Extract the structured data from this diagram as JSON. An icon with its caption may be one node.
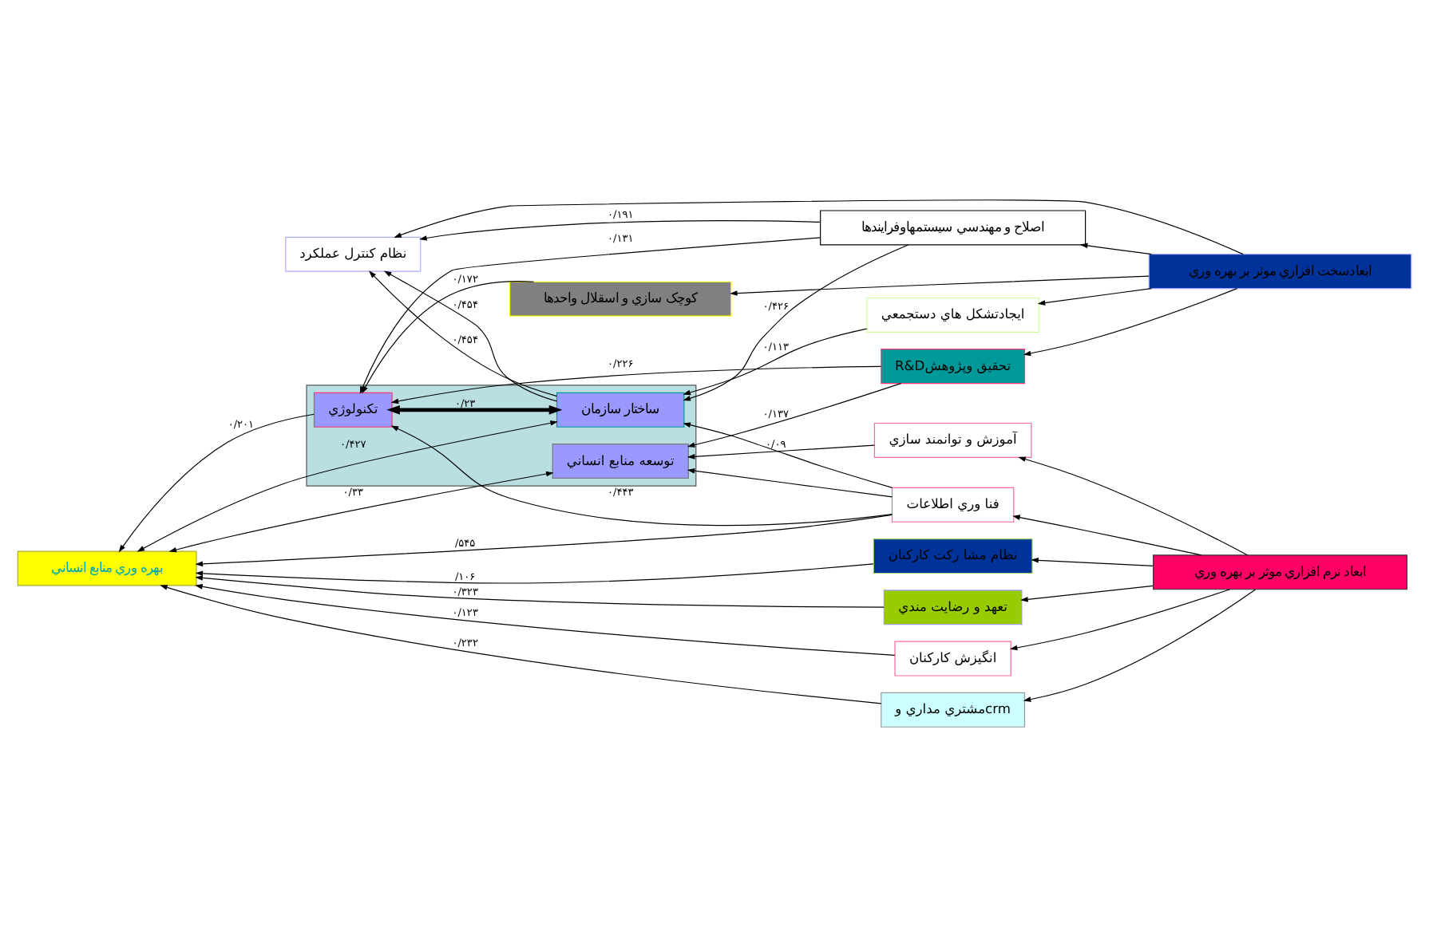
{
  "diagram": {
    "nodes": [
      {
        "text": [],
        "shape": "box"
      },
      {
        "text": [
          "توسعه منابع انساني"
        ],
        "in": 0
      },
      {
        "text": [
          "ساختار سازمان"
        ],
        "in": 0
      },
      {
        "text": [
          "تكنولوژي"
        ],
        "in": 0
      },
      {
        "text": [
          "بهره وري منابع انساني"
        ]
      },
      {
        "text": [
          "فنا وري اطلاعات"
        ]
      },
      {
        "text": [
          "نظام مشا ركت كاركنان"
        ]
      },
      {
        "text": [
          "آموزش و توانمند سازي"
        ]
      },
      {
        "text": [
          "تعهد و رضايت مندي"
        ]
      },
      {
        "text": [
          "انگيزش كاركنان"
        ]
      },
      {
        "text": [
          "مشتري مداري وcrm"
        ]
      },
      {
        "text": [
          "ابعاد نرم افزاري موثر بر بهره وري"
        ]
      },
      {
        "text": [
          "اصلاح و مهندسي سيستمهاوفرايندها"
        ]
      },
      {
        "text": [
          "R&Dتحقيق وپژوهش"
        ]
      },
      {
        "text": [
          "نظام كنترل عملكرد"
        ]
      },
      {
        "text": [
          "كوچک سازي و اسقلال واحدها"
        ]
      },
      {
        "text": [
          "ايجادتشكل هاي دستجمعي"
        ]
      },
      {
        "text": [
          "ابعادسخت افزاري موثر بر بهره وري"
        ]
      }
    ],
    "edges": [
      {
        "from": 11,
        "to": 5,
        "arrow": "to"
      },
      {
        "from": 11,
        "to": 6,
        "arrow": "to"
      },
      {
        "from": 11,
        "to": 7,
        "arrow": "to"
      },
      {
        "from": 11,
        "to": 8,
        "arrow": "to"
      },
      {
        "from": 11,
        "to": 9,
        "arrow": "to"
      },
      {
        "from": 11,
        "to": 10,
        "arrow": "to"
      },
      {
        "from": 17,
        "to": 12,
        "arrow": "to"
      },
      {
        "from": 17,
        "to": 13,
        "arrow": "to"
      },
      {
        "from": 17,
        "to": 14,
        "arrow": "to"
      },
      {
        "from": 17,
        "to": 15,
        "arrow": "to"
      },
      {
        "from": 17,
        "to": 16,
        "arrow": "to"
      },
      {
        "from": 5,
        "to": 4,
        "arrow": "to",
        "label": "/۵۴۵"
      },
      {
        "from": 6,
        "to": 4,
        "arrow": "to",
        "label": "/۱۰۶"
      },
      {
        "from": 5,
        "to": 1,
        "arrow": "to"
      },
      {
        "from": 7,
        "to": 1,
        "arrow": "to",
        "label": "۰/۰۹"
      },
      {
        "from": 5,
        "to": 2,
        "arrow": "to"
      },
      {
        "from": 5,
        "to": 3,
        "arrow": "to",
        "label": "۰/۴۴۳"
      },
      {
        "from": 1,
        "to": 4,
        "arrow": "both",
        "label": "۰/۳۳"
      },
      {
        "from": 8,
        "to": 4,
        "arrow": "to",
        "label": "۰/۳۲۳"
      },
      {
        "from": 10,
        "to": 4,
        "arrow": "to",
        "label": "۰/۲۳۲"
      },
      {
        "from": 2,
        "to": 4,
        "arrow": "both",
        "label": "۰/۴۲۷"
      },
      {
        "from": 9,
        "to": 4,
        "arrow": "to",
        "label": "۰/۱۲۳"
      },
      {
        "from": 2,
        "to": 3,
        "arrow": "both",
        "label": "۰/۲۳",
        "style": "thick"
      },
      {
        "from": 3,
        "to": 4,
        "arrow": "to",
        "label": "۰/۲۰۱"
      },
      {
        "from": 2,
        "to": 14,
        "arrow": "to",
        "label": "۰/۴۵۴"
      },
      {
        "from": 12,
        "to": 2,
        "arrow": "to",
        "label": "۰/۴۲۶"
      },
      {
        "from": 2,
        "to": 14,
        "arrow": "to",
        "label": "۰/۴۵۴"
      },
      {
        "from": 12,
        "to": 3,
        "arrow": "to",
        "label": "۰/۱۳۱"
      },
      {
        "from": 12,
        "to": 14,
        "arrow": "to",
        "label": "۰/۱۹۱"
      },
      {
        "from": 13,
        "to": 3,
        "arrow": "to",
        "label": "۰/۲۲۶"
      },
      {
        "from": 13,
        "to": 1,
        "arrow": "to",
        "label": "۰/۱۳۷"
      },
      {
        "from": 15,
        "to": 3,
        "arrow": "to",
        "label": "۰/۱۷۲"
      },
      {
        "from": 16,
        "to": 2,
        "arrow": "to",
        "label": "۰/۱۱۳"
      }
    ]
  }
}
